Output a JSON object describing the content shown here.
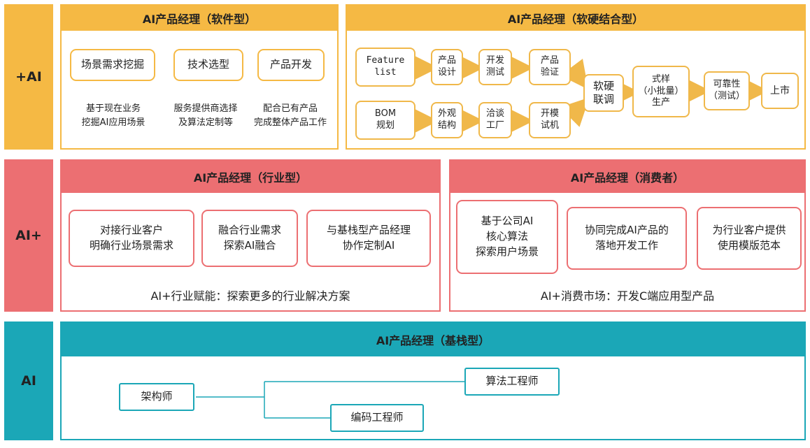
{
  "colors": {
    "yellow": "#f5b944",
    "red": "#ec6f72",
    "teal": "#1ba7b7",
    "flow_border": "#f0b84a"
  },
  "rows": {
    "top": {
      "label": "+AI"
    },
    "middle": {
      "label": "AI+"
    },
    "bottom": {
      "label": "AI"
    }
  },
  "software": {
    "title": "AI产品经理（软件型）",
    "items": [
      {
        "tag": "场景需求挖掘",
        "desc": "基于现在业务\n挖掘AI应用场景"
      },
      {
        "tag": "技术选型",
        "desc": "服务提供商选择\n及算法定制等"
      },
      {
        "tag": "产品开发",
        "desc": "配合已有产品\n完成整体产品工作"
      }
    ]
  },
  "hardware": {
    "title": "AI产品经理（软硬结合型）",
    "row1": [
      "Feature\nlist",
      "产品\n设计",
      "开发\n测试",
      "产品\n验证"
    ],
    "row2": [
      "BOM\n规划",
      "外观\n结构",
      "洽谈\n工厂",
      "开模\n试机"
    ],
    "joint": "软硬\n联调",
    "sample": "式样\n（小批量）\n生产",
    "reliability": "可靠性\n（测试）",
    "launch": "上市"
  },
  "industry": {
    "title": "AI产品经理（行业型）",
    "items": [
      "对接行业客户\n明确行业场景需求",
      "融合行业需求\n探索AI融合",
      "与基栈型产品经理\n协作定制AI"
    ],
    "caption": "AI+行业赋能：探索更多的行业解决方案"
  },
  "consumer": {
    "title": "AI产品经理（消费者）",
    "items": [
      "基于公司AI\n核心算法\n探索用户场景",
      "协同完成AI产品的\n落地开发工作",
      "为行业客户提供\n使用模版范本"
    ],
    "caption": "AI+消费市场：开发C端应用型产品"
  },
  "foundation": {
    "title": "AI产品经理（基栈型）",
    "architect": "架构师",
    "algorithm": "算法工程师",
    "coder": "编码工程师"
  }
}
